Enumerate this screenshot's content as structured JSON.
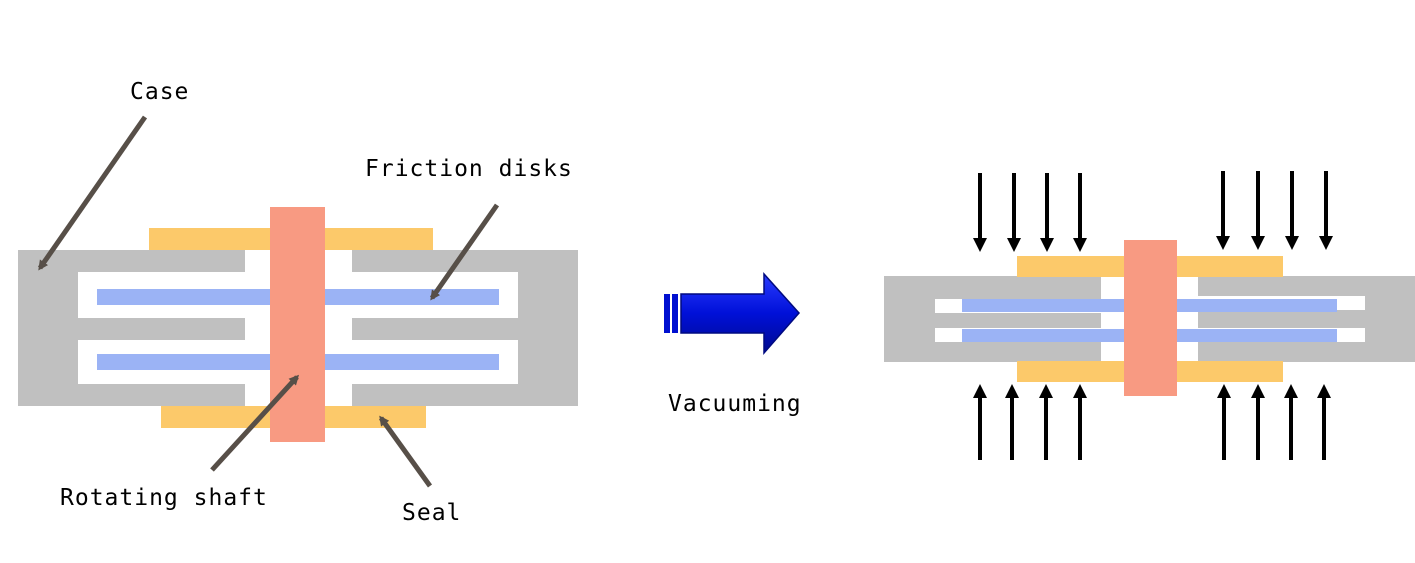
{
  "labels": {
    "case": "Case",
    "friction_disks": "Friction disks",
    "rotating_shaft": "Rotating shaft",
    "seal": "Seal",
    "process": "Vacuuming"
  },
  "colors": {
    "case": "#c0c0c0",
    "friction_disk": "#9bb3f5",
    "shaft": "#f89a82",
    "seal": "#fcc96a",
    "leader_line": "#574f48",
    "process_arrow": "#0014cc",
    "pressure_arrow": "#000000"
  },
  "icons": {
    "process_arrow": "right-arrow-icon",
    "pressure_arrows": "down-arrow-icon / up-arrow-icon"
  }
}
